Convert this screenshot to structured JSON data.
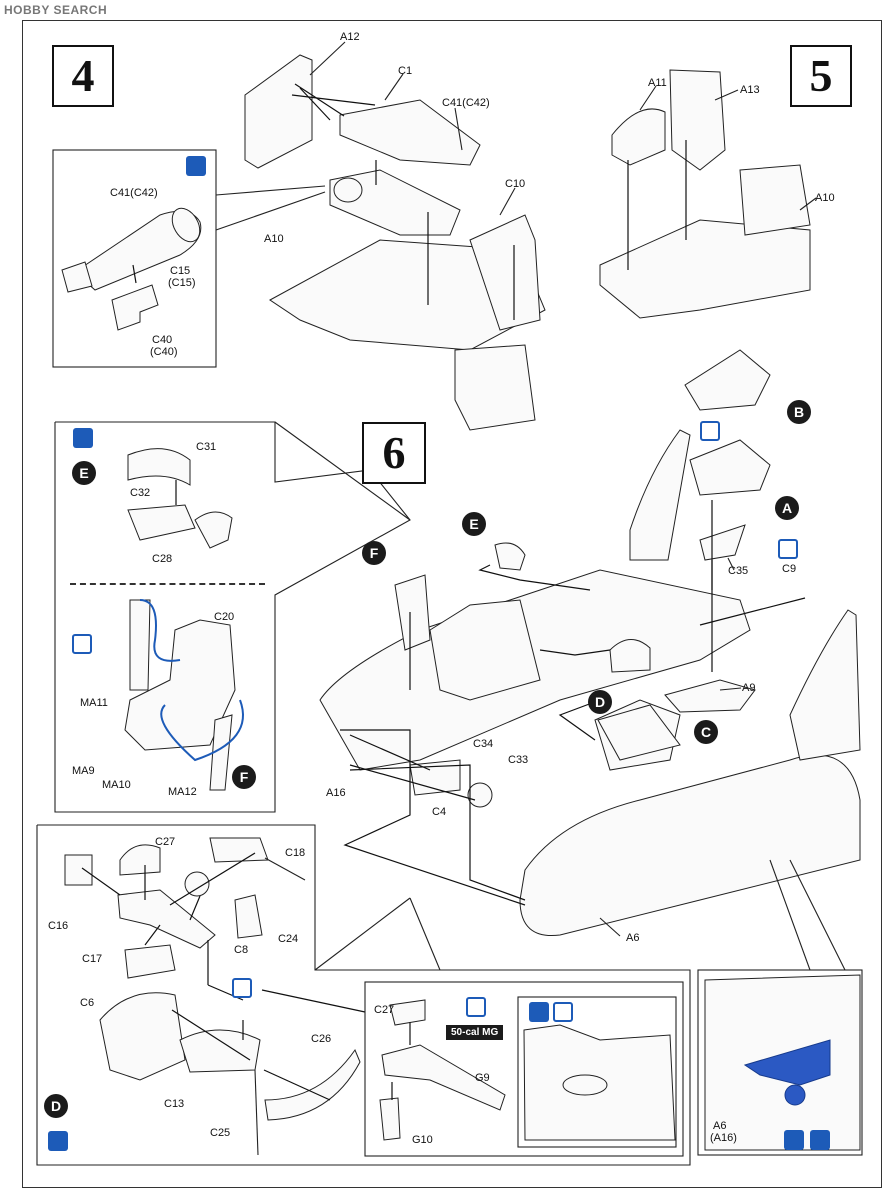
{
  "watermark": "HOBBY SEARCH",
  "steps": {
    "s4": "4",
    "s5": "5",
    "s6": "6"
  },
  "labels": {
    "A12": "A12",
    "C1": "C1",
    "C41C42": "C41(C42)",
    "C10": "C10",
    "A10": "A10",
    "C41C42_inset": "C41(C42)",
    "C15": "C15",
    "C15b": "(C15)",
    "C40": "C40",
    "C40b": "(C40)",
    "A11": "A11",
    "A13": "A13",
    "A10_s5": "A10",
    "C31": "C31",
    "C32": "C32",
    "C28": "C28",
    "C20": "C20",
    "MA11": "MA11",
    "MA9": "MA9",
    "MA10": "MA10",
    "MA12": "MA12",
    "C35": "C35",
    "C9": "C9",
    "A9": "A9",
    "C34": "C34",
    "C33": "C33",
    "A16": "A16",
    "C4": "C4",
    "A6": "A6",
    "C27": "C27",
    "C18": "C18",
    "C16": "C16",
    "C17": "C17",
    "C8": "C8",
    "C24": "C24",
    "C6": "C6",
    "C13": "C13",
    "C26": "C26",
    "C25": "C25",
    "C27b": "C27",
    "G9": "G9",
    "G10": "G10",
    "A6A16": "A6",
    "A6A16b": "(A16)"
  },
  "badges": {
    "B": "B",
    "A": "A",
    "E1": "E",
    "E2": "E",
    "F1": "F",
    "F2": "F",
    "D1": "D",
    "D2": "D",
    "C": "C"
  },
  "tags": {
    "mg": "50-cal MG"
  },
  "icons": [
    "paint-icon",
    "option-icon",
    "decal-icon"
  ],
  "colors": {
    "accent": "#1d5bb8",
    "highlight": "#2b59c3"
  }
}
